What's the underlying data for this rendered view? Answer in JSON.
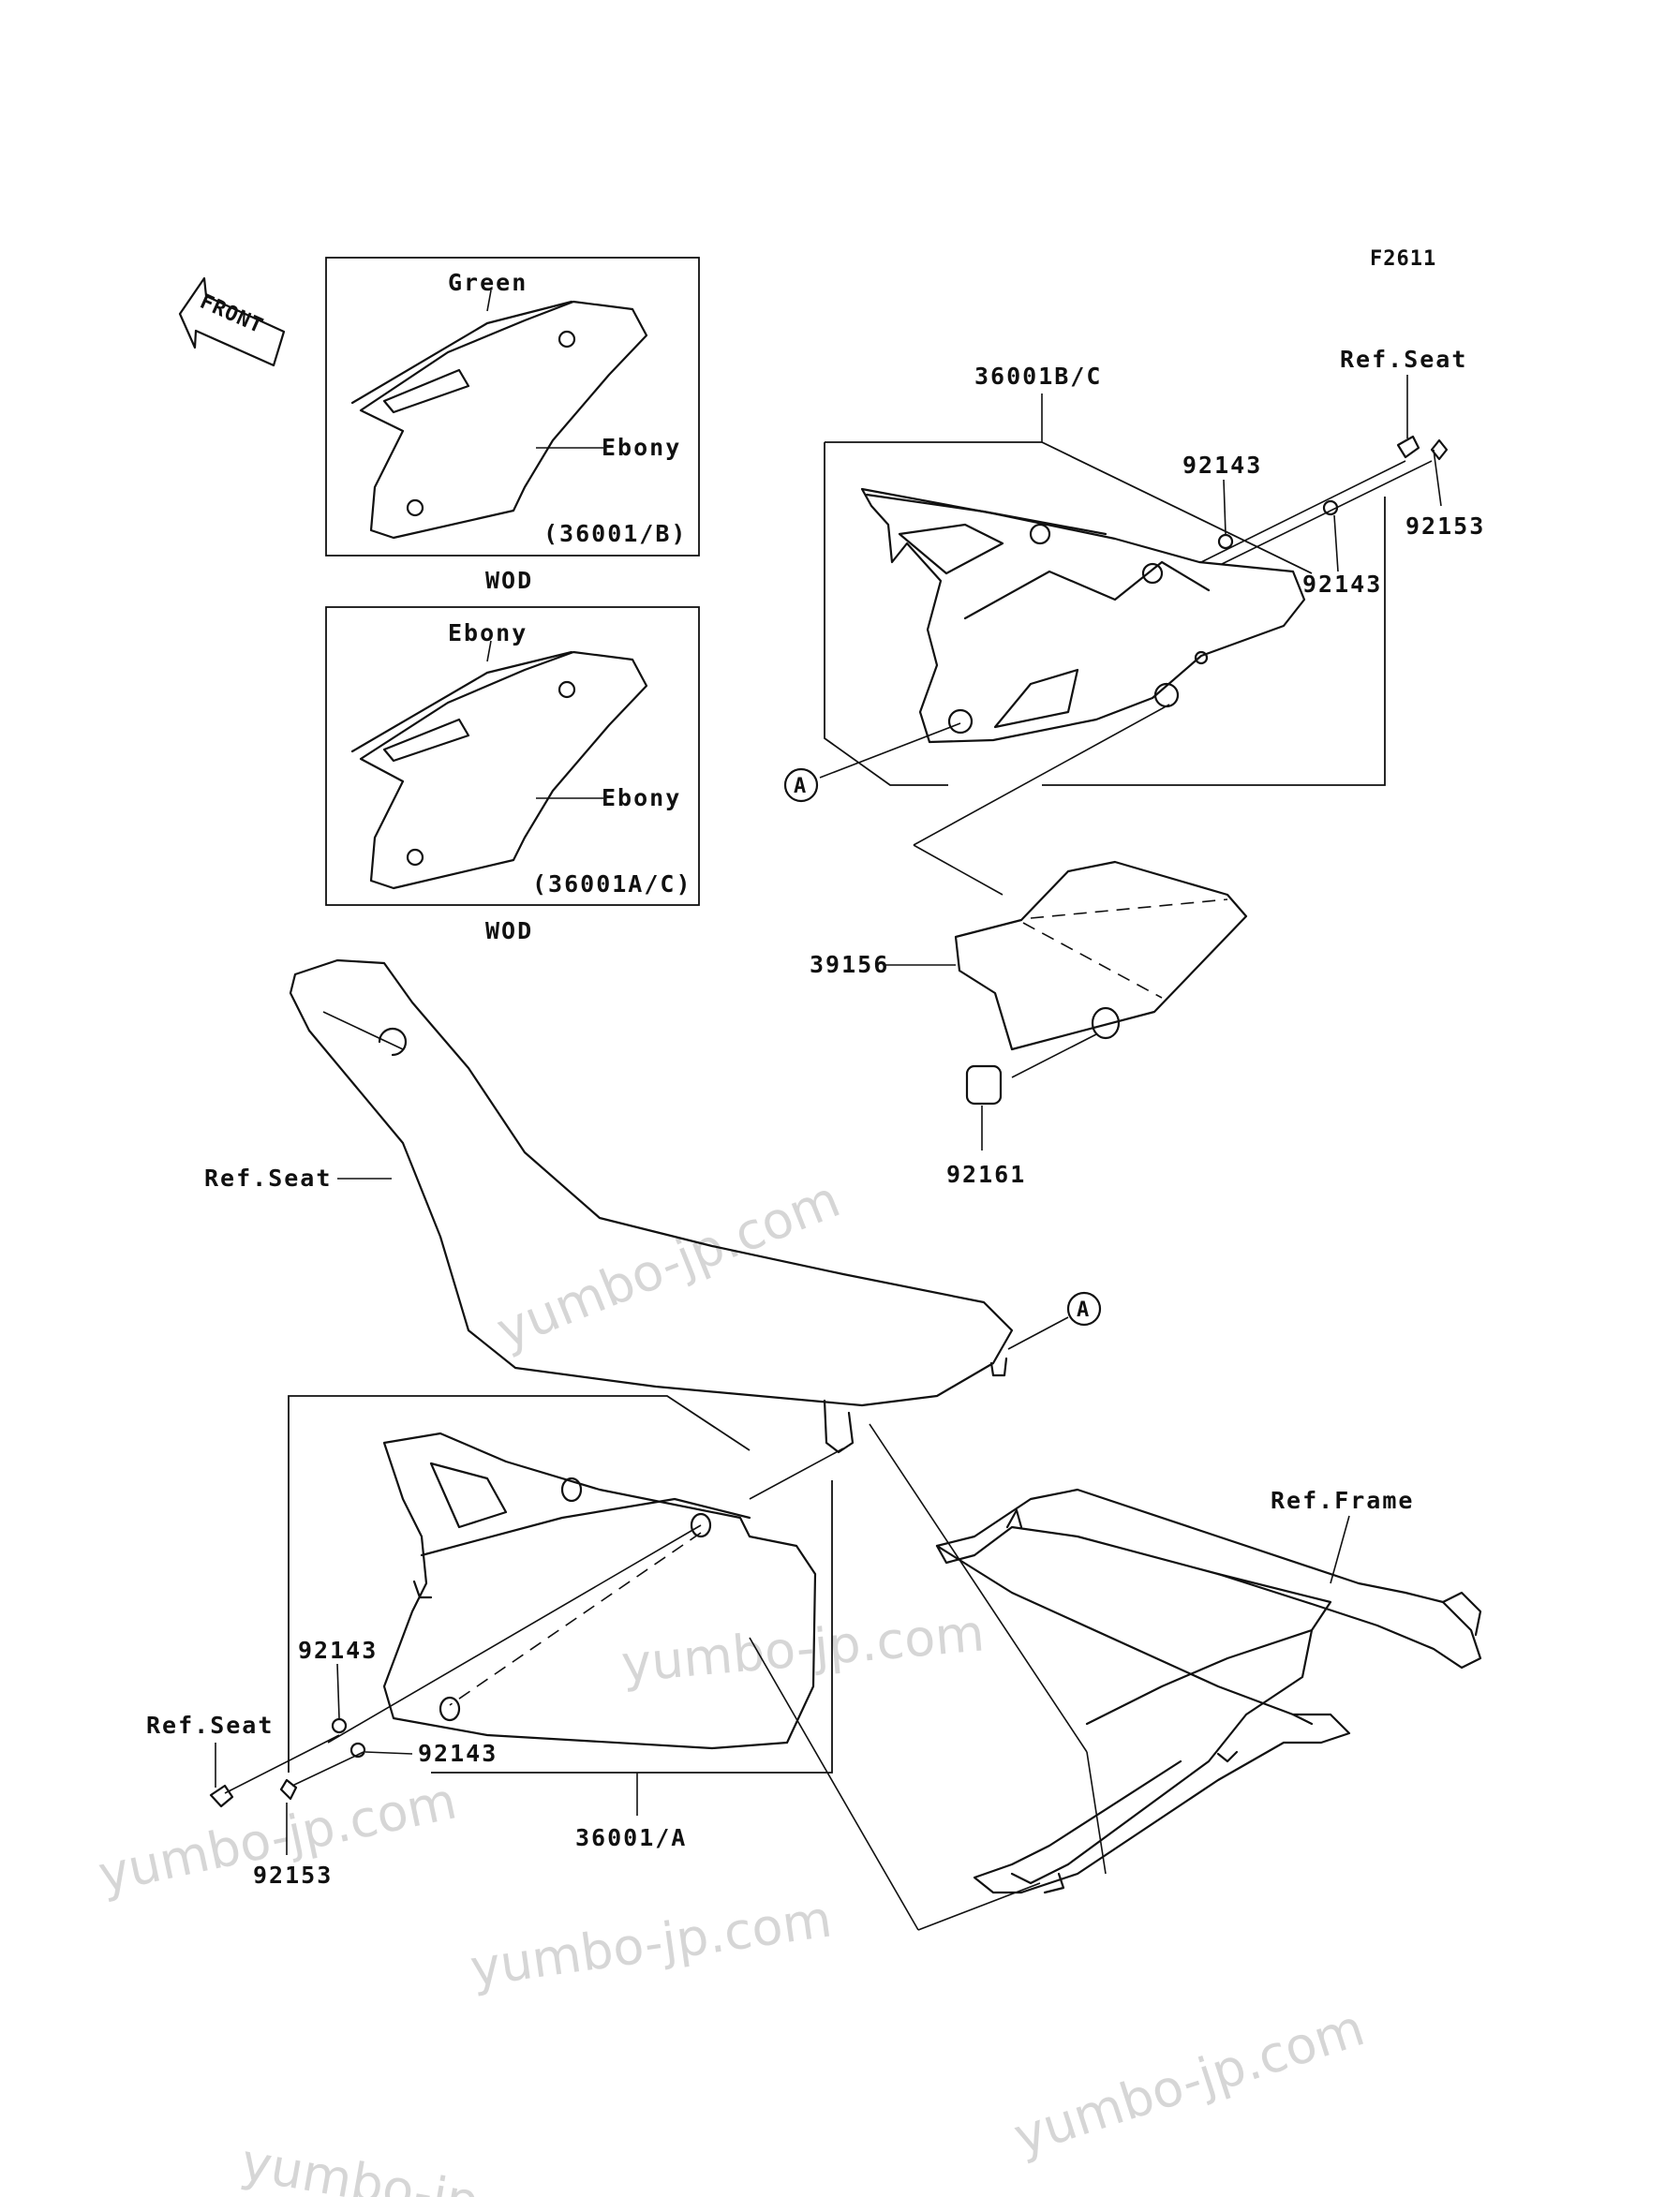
{
  "figure_code": "F2611",
  "front_label": "FRONT",
  "insets": [
    {
      "top_color": "Green",
      "side_color": "Ebony",
      "part_ref": "(36001/B)",
      "caption": "WOD"
    },
    {
      "top_color": "Ebony",
      "side_color": "Ebony",
      "part_ref": "(36001A/C)",
      "caption": "WOD"
    }
  ],
  "callouts": {
    "right_cover": "36001B/C",
    "left_cover": "36001/A",
    "ref_seat": "Ref.Seat",
    "ref_frame": "Ref.Frame",
    "washer": "92143",
    "bolt": "92153",
    "pad": "39156",
    "damper": "92161",
    "point_a": "A"
  },
  "watermark": "yumbo-jp.com"
}
